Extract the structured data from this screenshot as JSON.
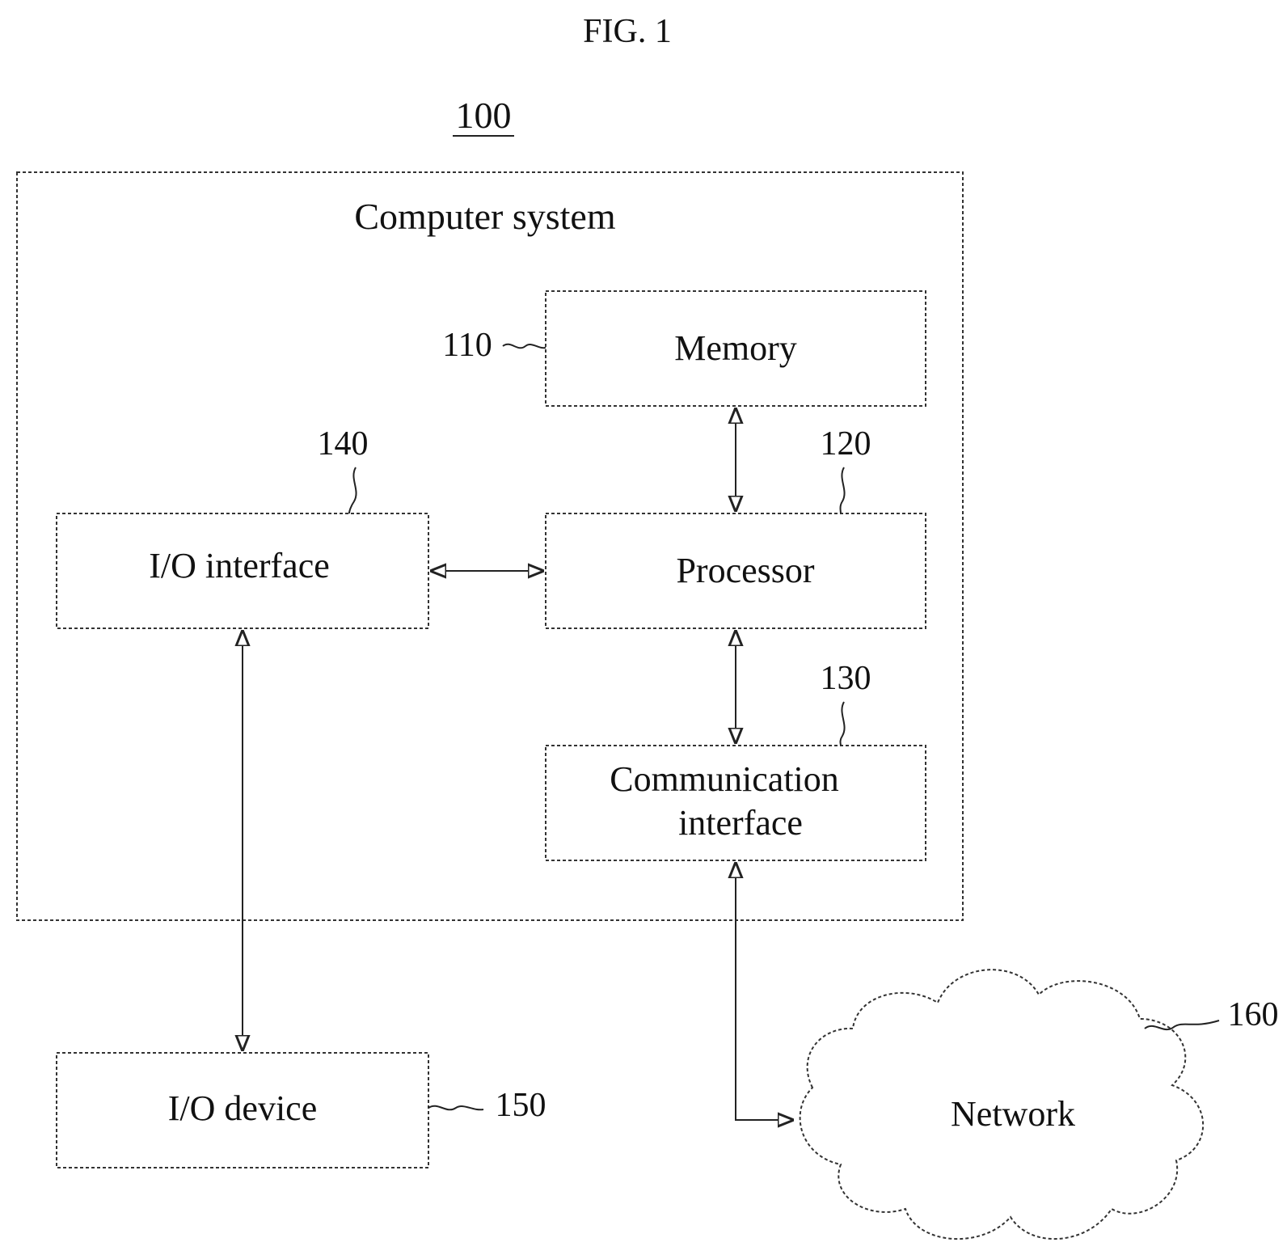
{
  "figure": {
    "title": "FIG. 1",
    "ref_system": "100",
    "system_label": "Computer system"
  },
  "components": {
    "memory": {
      "ref": "110",
      "label": "Memory"
    },
    "processor": {
      "ref": "120",
      "label": "Processor"
    },
    "comm_interface": {
      "ref": "130",
      "label_line1": "Communication",
      "label_line2": "interface"
    },
    "io_interface": {
      "ref": "140",
      "label": "I/O interface"
    },
    "io_device": {
      "ref": "150",
      "label": "I/O device"
    },
    "network": {
      "ref": "160",
      "label": "Network"
    }
  }
}
